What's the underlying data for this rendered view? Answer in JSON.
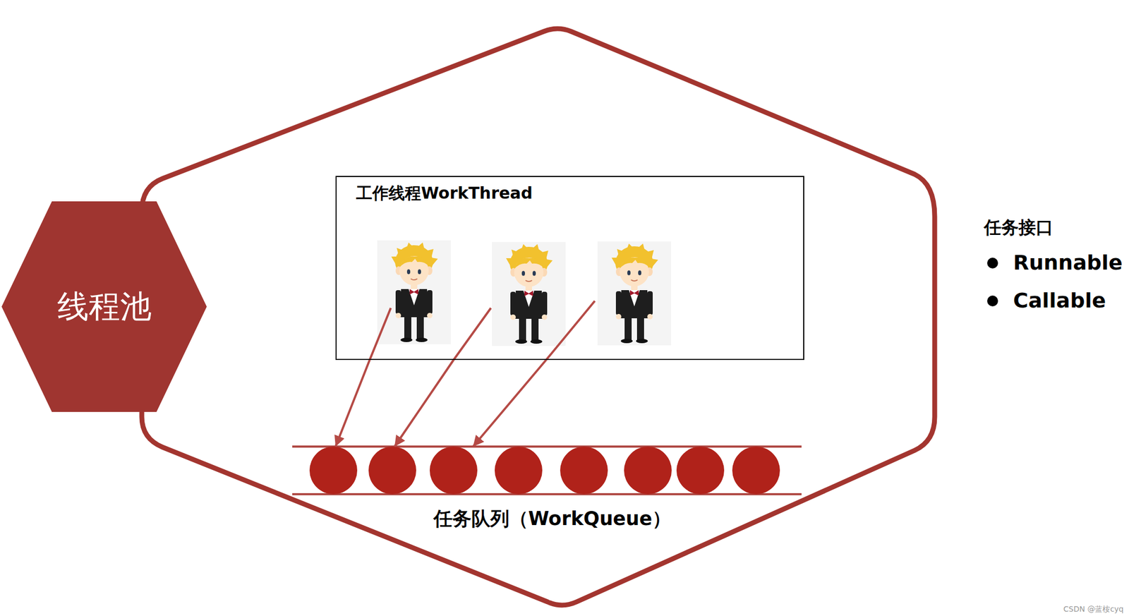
{
  "diagram": {
    "nodes": [
      {
        "text": [
          "线程池"
        ]
      },
      {
        "text": [
          "工作线程WorkThread"
        ]
      },
      {
        "text": [
          "任务队列（WorkQueue）"
        ]
      }
    ],
    "edges": [
      {
        "from": 1,
        "to": 2,
        "arrow": "to"
      },
      {
        "from": 1,
        "to": 2,
        "arrow": "to"
      },
      {
        "from": 1,
        "to": 2,
        "arrow": "to"
      }
    ],
    "labels": [
      "任务接口",
      "Runnable",
      "Callable",
      "CSDN @蓝桉cyq"
    ]
  }
}
